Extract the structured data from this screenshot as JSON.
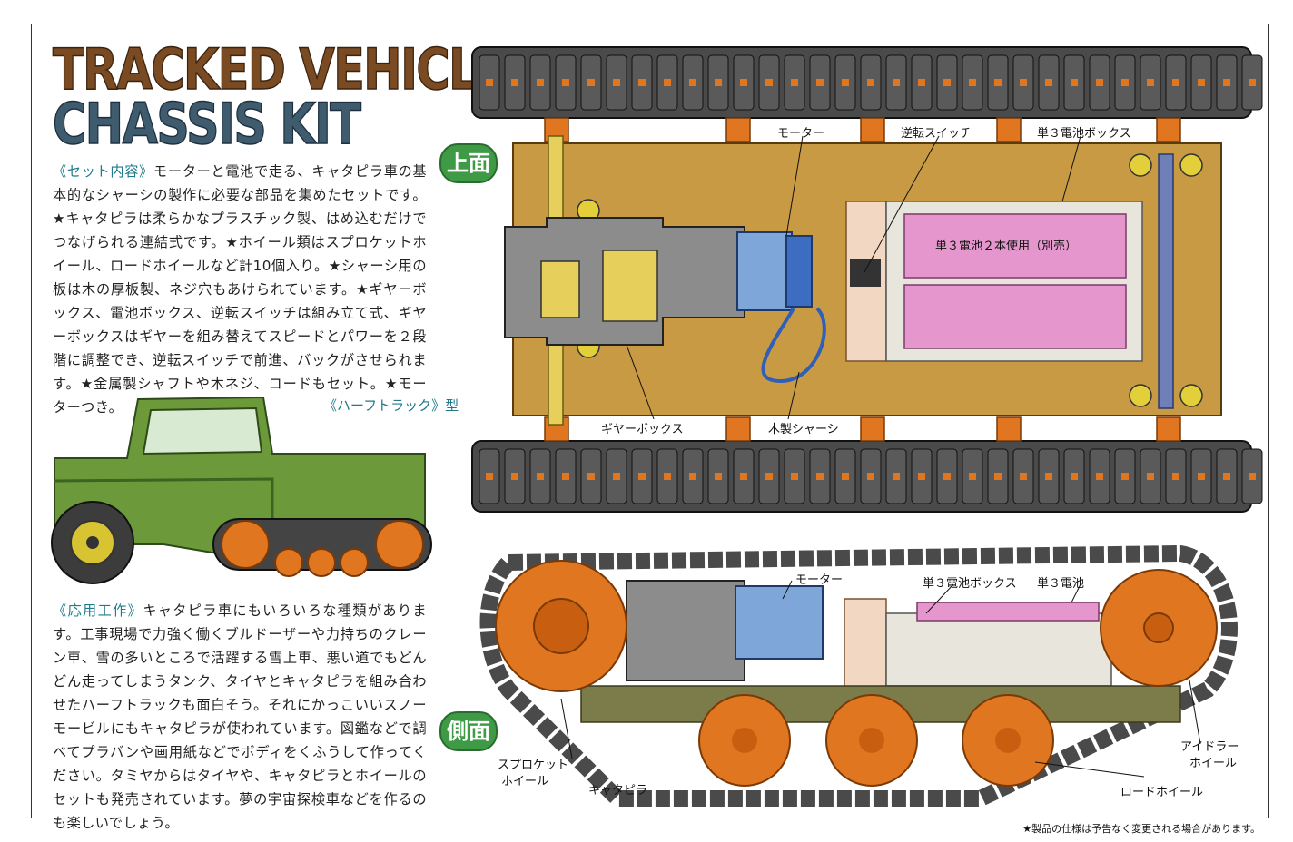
{
  "title": {
    "line1": "TRACKED VEHICLE",
    "line2": "CHASSIS KIT"
  },
  "set_contents": {
    "heading": "《セット内容》",
    "text": "モーターと電池で走る、キャタピラ車の基本的なシャーシの製作に必要な部品を集めたセットです。★キャタピラは柔らかなプラスチック製、はめ込むだけでつなげられる連結式です。★ホイール類はスプロケットホイール、ロードホイールなど計10個入り。★シャーシ用の板は木の厚板製、ネジ穴もあけられています。★ギヤーボックス、電池ボックス、逆転スイッチは組み立て式、ギヤーボックスはギヤーを組み替えてスピードとパワーを２段階に調整でき、逆転スイッチで前進、バックがさせられます。★金属製シャフトや木ネジ、コードもセット。★モーターつき。"
  },
  "halftrack_label": "《ハーフトラック》型",
  "applications": {
    "heading": "《応用工作》",
    "text": "キャタピラ車にもいろいろな種類があります。工事現場で力強く働くブルドーザーや力持ちのクレーン車、雪の多いところで活躍する雪上車、悪い道でもどんどん走ってしまうタンク、タイヤとキャタピラを組み合わせたハーフトラックも面白そう。それにかっこいいスノーモービルにもキャタピラが使われています。図鑑などで調べてプラバンや画用紙などでボディをくふうして作ってください。タミヤからはタイヤや、キャタピラとホイールのセットも発売されています。夢の宇宙探検車などを作るのも楽しいでしょう。"
  },
  "top_view": {
    "badge": "上面",
    "labels": {
      "motor": "モーター",
      "reverse_switch": "逆転スイッチ",
      "battery_box": "単３電池ボックス",
      "batteries": "単３電池２本使用（別売）",
      "gearbox": "ギヤーボックス",
      "wood_chassis": "木製シャーシ"
    }
  },
  "side_view": {
    "badge": "側面",
    "labels": {
      "motor": "モーター",
      "battery_box": "単３電池ボックス",
      "battery": "単３電池",
      "sprocket_line1": "スプロケット",
      "sprocket_line2": "ホイール",
      "track": "キャタピラ",
      "road_wheel": "ロードホイール",
      "idler_line1": "アイドラー",
      "idler_line2": "ホイール"
    }
  },
  "footnote": "★製品の仕様は予告なく変更される場合があります。",
  "colors": {
    "wood": "#c99a44",
    "track": "#4a4a4a",
    "orange_part": "#e0761f",
    "battery": "#e596cc",
    "motor": "#7fa6d8",
    "truck": "#6c9a3a",
    "badge": "#3e9a45"
  }
}
